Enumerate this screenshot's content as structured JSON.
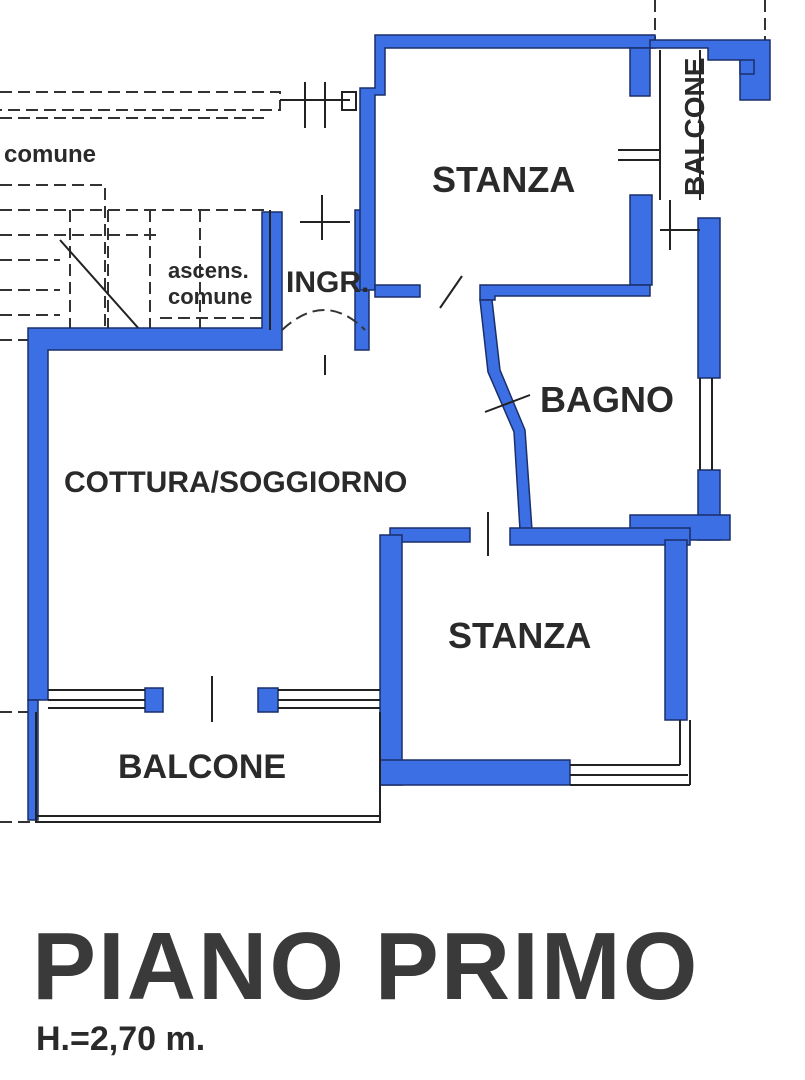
{
  "plan": {
    "rooms": {
      "stanza_top": "STANZA",
      "balcone_right": "BALCONE",
      "ingresso": "INGR.",
      "ascensore": "ascens.",
      "ascensore_2": "comune",
      "scala_comune": "comune",
      "bagno": "BAGNO",
      "cottura_soggiorno": "COTTURA/SOGGIORNO",
      "stanza_bottom": "STANZA",
      "balcone_bottom": "BALCONE"
    },
    "colors": {
      "walls": "#3b6fe3",
      "lines": "#222222",
      "text": "#2a2a2a"
    }
  },
  "footer": {
    "title": "PIANO PRIMO",
    "height": "H.=2,70 m."
  }
}
